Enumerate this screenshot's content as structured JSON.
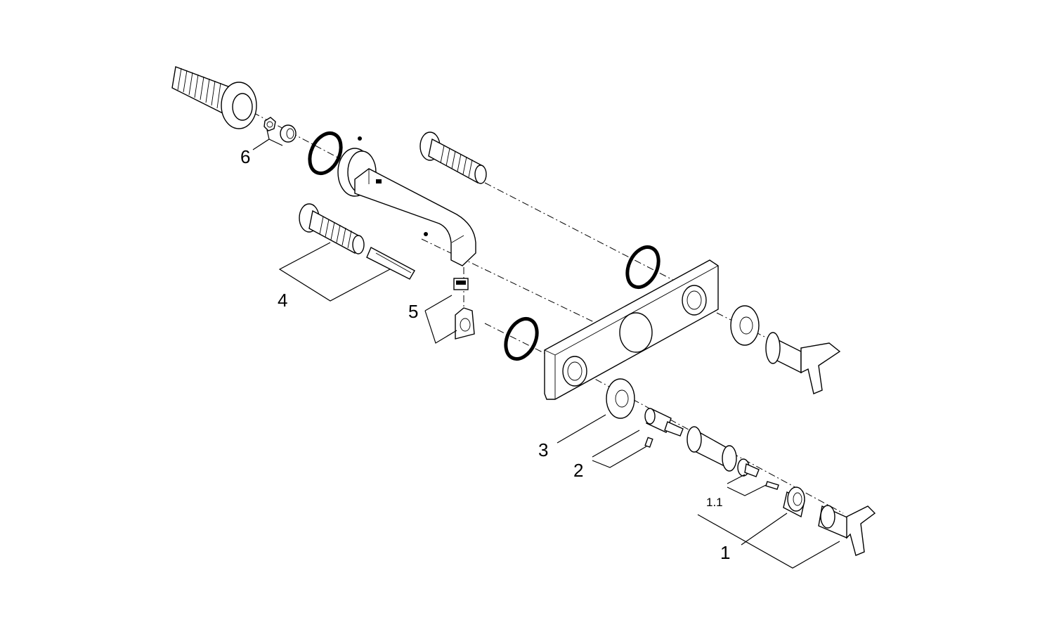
{
  "callouts": {
    "c1": "1",
    "c1_1": "1.1",
    "c2": "2",
    "c3": "3",
    "c4": "4",
    "c5": "5",
    "c6": "6"
  }
}
